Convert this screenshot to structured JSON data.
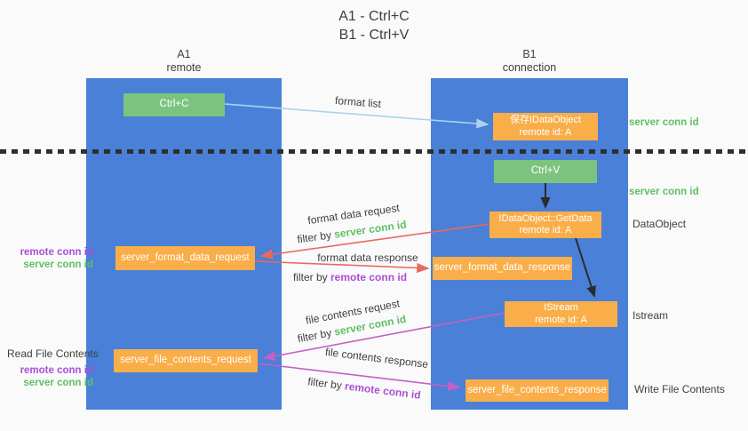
{
  "title": {
    "line1": "A1 - Ctrl+C",
    "line2": "B1 - Ctrl+V"
  },
  "lanes": {
    "left": {
      "name": "A1",
      "role": "remote"
    },
    "right": {
      "name": "B1",
      "role": "connection"
    }
  },
  "nodes": {
    "ctrl_c": {
      "label": "Ctrl+C"
    },
    "ctrl_v": {
      "label": "Ctrl+V"
    },
    "save_dataobject": {
      "line1": "保存IDataObject",
      "line2": "remote id: A"
    },
    "getdata": {
      "line1": "IDataObject::GetData",
      "line2": "remote id: A"
    },
    "istream": {
      "line1": "IStream",
      "line2": "remote id: A"
    },
    "format_request": {
      "label": "server_format_data_request"
    },
    "format_response": {
      "label": "server_format_data_response"
    },
    "file_request": {
      "label": "server_file_contents_request"
    },
    "file_response": {
      "label": "server_file_contents_response"
    }
  },
  "arrow_labels": {
    "format_list": "format list",
    "format_data_request": "format data request",
    "format_data_response": "format data response",
    "file_contents_request": "file contents request",
    "file_contents_response": "file contents response",
    "filter_by": "filter by",
    "server_conn_id": "server conn id",
    "remote_conn_id": "remote conn id"
  },
  "side_labels": {
    "server_conn_id_top": "server conn id",
    "server_conn_id_mid": "server conn id",
    "dataobject": "DataObject",
    "istream": "Istream",
    "read_file_contents": "Read File Contents",
    "write_file_contents": "Write File Contents",
    "left_remote_conn_id": "remote conn id",
    "left_server_conn_id": "server conn id"
  },
  "colors": {
    "column_blue": "#4a80d7",
    "box_green": "#7cc47e",
    "box_orange": "#f9ae49",
    "arrow_blue": "#a9d3ee",
    "arrow_red": "#e8695e",
    "arrow_magenta": "#c45fc4",
    "arrow_black": "#2b2b2b",
    "text_green": "#5fbf63",
    "text_purple": "#aa4fd6",
    "text_dark": "#3f3f3f",
    "background": "#fafafa"
  }
}
